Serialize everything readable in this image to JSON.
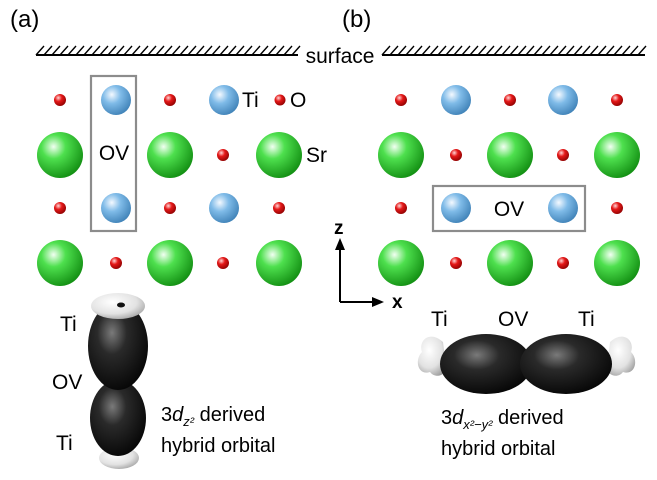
{
  "panels": {
    "a": {
      "label": "(a)"
    },
    "b": {
      "label": "(b)"
    }
  },
  "surface": {
    "label": "surface"
  },
  "legend": {
    "ti": "Ti",
    "o": "O",
    "sr": "Sr"
  },
  "vacancy": {
    "a": "OV",
    "b": "OV"
  },
  "axes": {
    "z": "z",
    "x": "x"
  },
  "orbital_a": {
    "top_label": "Ti",
    "mid_label": "OV",
    "bottom_label": "Ti",
    "caption_prefix": "3",
    "caption_d": "d",
    "caption_sub": "z²",
    "caption_suffix": " derived",
    "caption_line2": "hybrid orbital"
  },
  "orbital_b": {
    "left_label": "Ti",
    "mid_label": "OV",
    "right_label": "Ti",
    "caption_prefix": "3",
    "caption_d": "d",
    "caption_sub": "x²−y²",
    "caption_suffix": " derived",
    "caption_line2": "hybrid orbital"
  },
  "colors": {
    "ti": "#6fb2e6",
    "o": "#e01010",
    "sr": "#22c822",
    "frame": "#8c8c8c",
    "orbital_positive": "#111111",
    "orbital_negative": "#e6e6e6"
  }
}
